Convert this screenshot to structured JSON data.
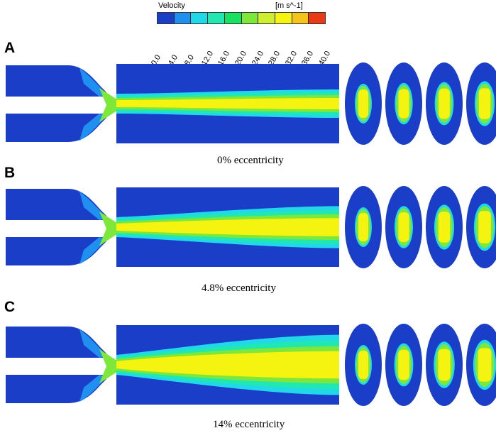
{
  "legend": {
    "title": "Velocity",
    "unit": "[m s^-1]",
    "ticks": [
      "0.0",
      "4.0",
      "8.0",
      "12.0",
      "16.0",
      "20.0",
      "24.0",
      "28.0",
      "32.0",
      "36.0",
      "40.0"
    ],
    "colors": [
      "#1a3ec8",
      "#1f8ff0",
      "#21d8e8",
      "#20e8b0",
      "#18e060",
      "#7ee83a",
      "#d0ee30",
      "#f4f410",
      "#f6c418",
      "#f68a1c",
      "#e83a14"
    ]
  },
  "panels": [
    {
      "letter": "A",
      "caption": "0% eccentricity"
    },
    {
      "letter": "B",
      "caption": "4.8% eccentricity"
    },
    {
      "letter": "C",
      "caption": "14% eccentricity"
    }
  ],
  "colors": {
    "background_flow": "#1a3ec8",
    "jet_core": "#f4f410",
    "jet_mid": "#7ee83a",
    "jet_edge": "#20e8b0",
    "jet_outer": "#21d8e8",
    "nozzle_light": "#1f8ff0"
  }
}
